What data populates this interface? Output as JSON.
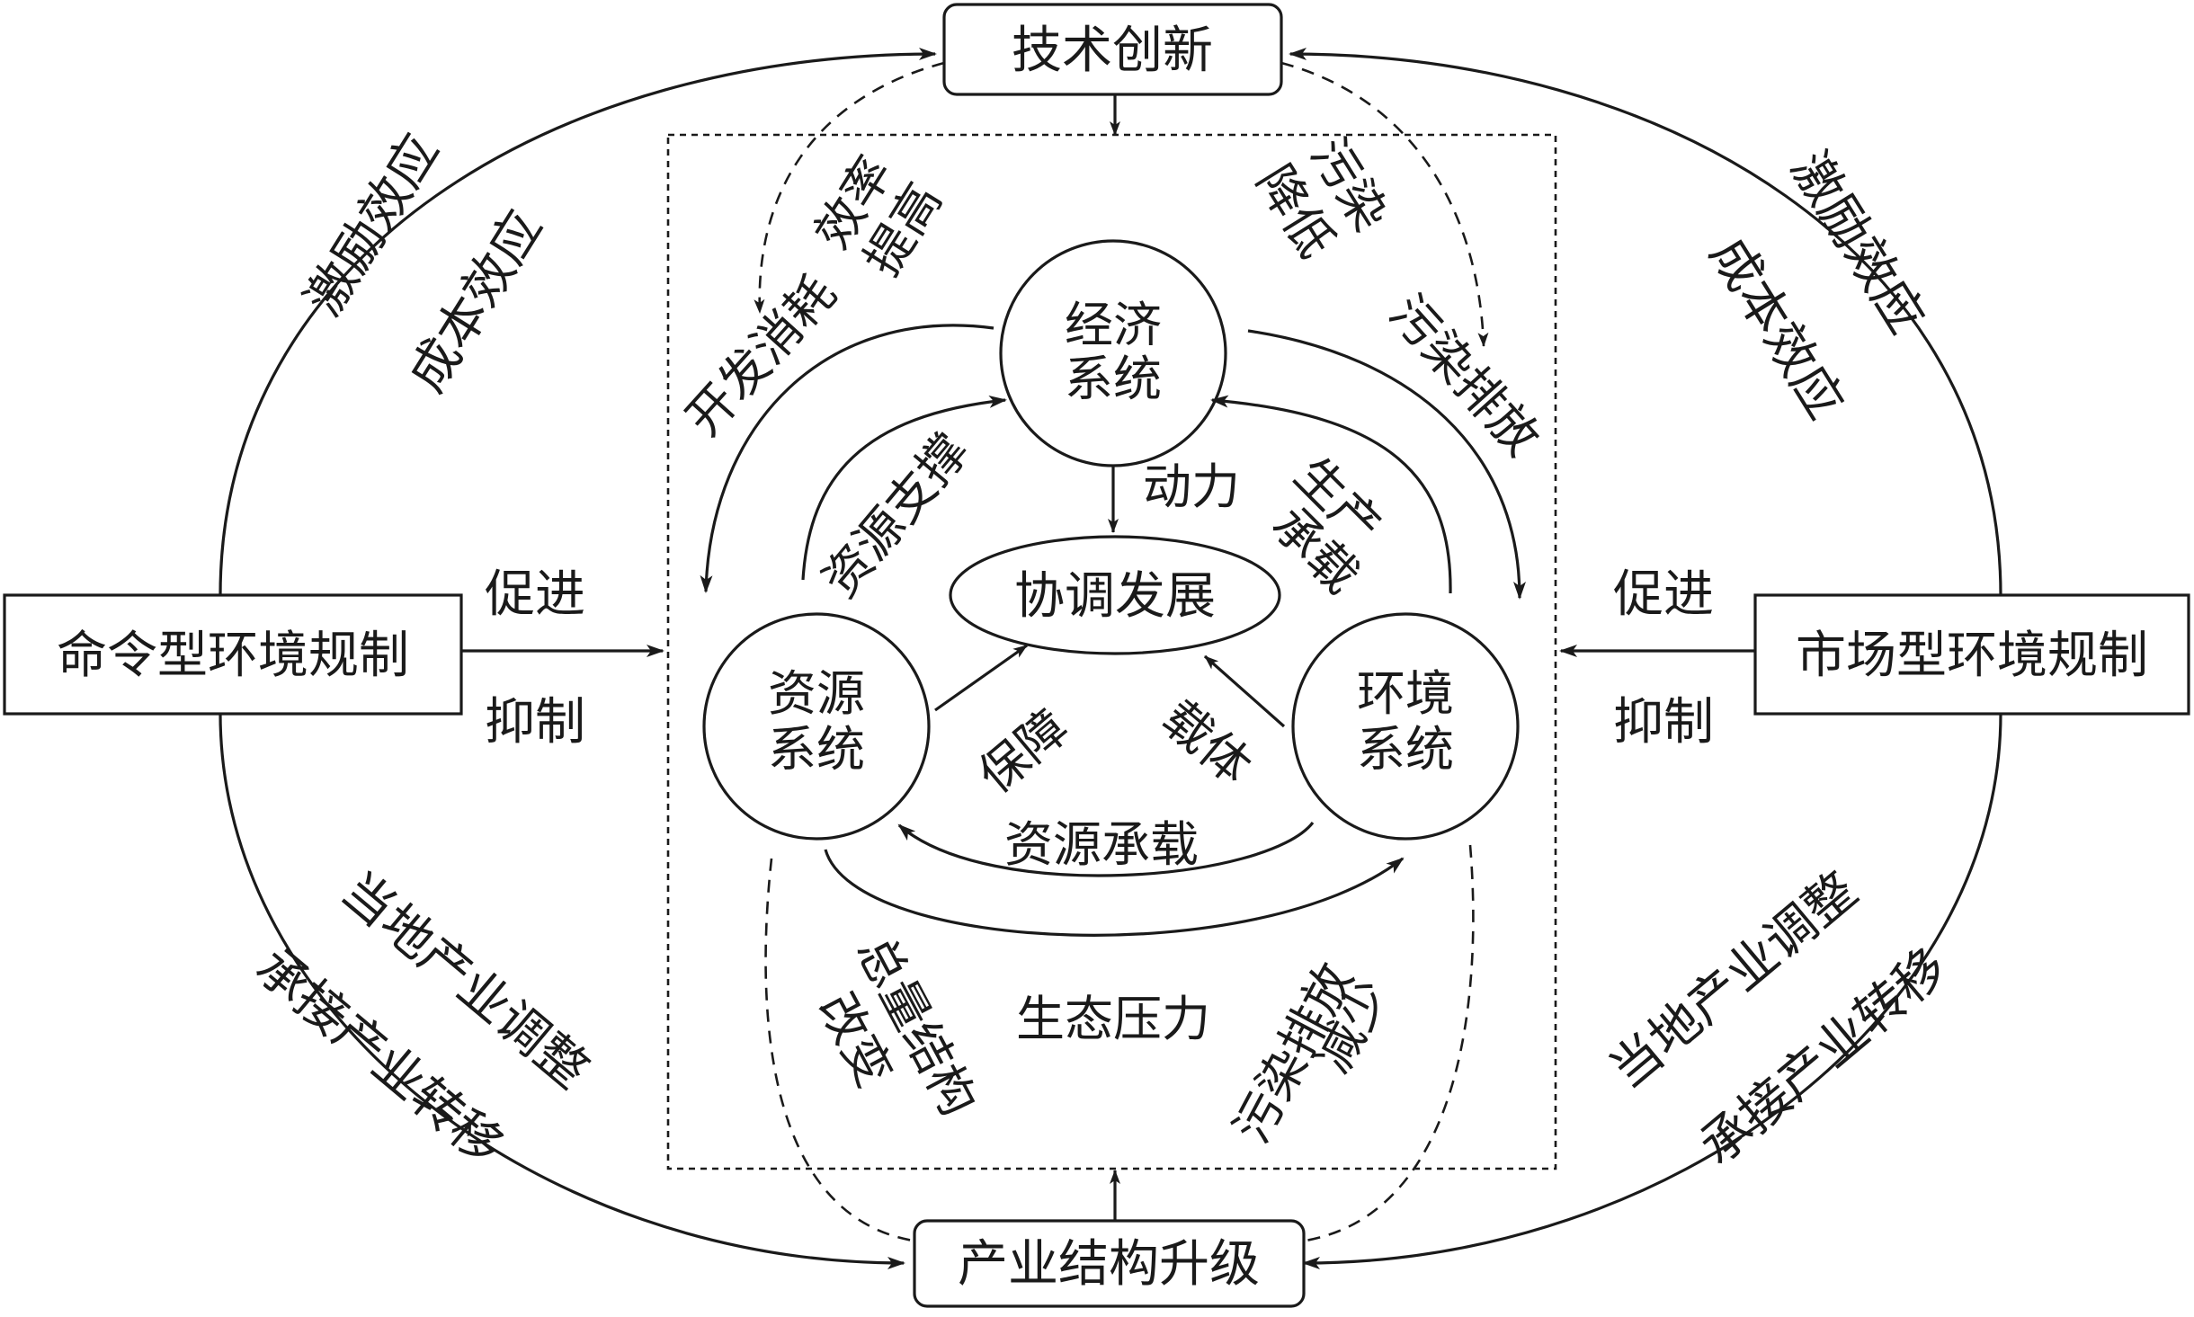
{
  "nodes": {
    "tech": "技术创新",
    "industry": "产业结构升级",
    "command_reg": "命令型环境规制",
    "market_reg": "市场型环境规制",
    "economy": [
      "经济",
      "系统"
    ],
    "resource": [
      "资源",
      "系统"
    ],
    "environment": [
      "环境",
      "系统"
    ],
    "coordinate": "协调发展"
  },
  "labels": {
    "left_top_1": "激励效应",
    "left_top_2": "成本效应",
    "right_top_1": "激励效应",
    "right_top_2": "成本效应",
    "left_bottom_1": "当地产业调整",
    "left_bottom_2": "承接产业转移",
    "right_bottom_1": "当地产业调整",
    "right_bottom_2": "承接产业转移",
    "promote_left": "促进",
    "inhibit_left": "抑制",
    "promote_right": "促进",
    "inhibit_right": "抑制",
    "efficiency": [
      "效率",
      "提高"
    ],
    "pollution_reduce": [
      "污染",
      "降低"
    ],
    "develop_consume": "开发消耗",
    "pollution_emission": "污染排放",
    "resource_support": "资源支撑",
    "power": "动力",
    "production_carry": [
      "生产",
      "承载"
    ],
    "guarantee": "保障",
    "carrier": "载体",
    "resource_carry": "资源承载",
    "eco_pressure": "生态压力",
    "total_structure": [
      "总量结构",
      "改变"
    ],
    "emission_reduce": [
      "污染排放",
      "减少"
    ]
  },
  "colors": {
    "ink": "#1a1a1a",
    "background": "#ffffff"
  }
}
